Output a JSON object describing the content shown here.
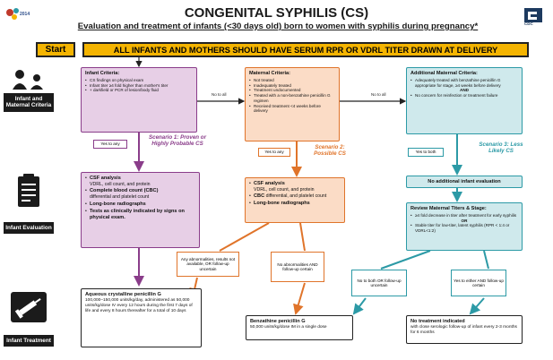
{
  "header": {
    "title": "CONGENITAL SYPHILIS (CS)",
    "subtitle": "Evaluation and treatment of infants (<30 days old) born to women with syphilis during pregnancy*",
    "logo_left_text": "2014",
    "logo_right_text": "CDC"
  },
  "start": {
    "label": "Start",
    "banner": "ALL INFANTS AND MOTHERS SHOULD HAVE SERUM RPR OR VDRL TITER DRAWN AT DELIVERY"
  },
  "side_labels": {
    "row1": "Infant and Maternal Criteria",
    "row2": "Infant Evaluation",
    "row3": "Infant Treatment"
  },
  "infant_criteria": {
    "title": "Infant Criteria:",
    "items": [
      "CS findings on physical exam",
      "Infant titer ≥4 fold higher than mother's titer",
      "+ darkfield or PCR of lesion/body fluid"
    ]
  },
  "maternal_criteria": {
    "title": "Maternal Criteria:",
    "items": [
      "Not treated",
      "Inadequately treated",
      "Treatment undocumented",
      "Treated with a non-benzathine penicillin G regimen",
      "Received treatment <4 weeks before delivery"
    ]
  },
  "additional_maternal": {
    "title": "Additional Maternal Criteria:",
    "items": [
      "Adequately treated with benzathine penicillin G appropriate for stage, ≥4 weeks before delivery",
      "No concern for reinfection or treatment failure"
    ],
    "and_label": "AND"
  },
  "connectors": {
    "no_to_all_1": "No to all",
    "no_to_all_2": "No to all",
    "yes_to_any_1": "Yes to any",
    "yes_to_any_2": "Yes to any",
    "yes_to_both": "Yes to both"
  },
  "scenarios": {
    "s1": "Scenario 1: Proven or Highly Probable CS",
    "s2": "Scenario 2: Possible CS",
    "s3": "Scenario 3: Less Likely CS"
  },
  "eval_s1": {
    "items": [
      {
        "bold": "CSF analysis",
        "detail": "VDRL, cell count, and protein"
      },
      {
        "bold": "Complete blood count (CBC)",
        "detail": "differential and platelet count"
      },
      {
        "bold": "Long-bone radiographs",
        "detail": ""
      },
      {
        "bold": "Tests as clinically indicated by signs on physical exam.",
        "detail": ""
      }
    ]
  },
  "eval_s2": {
    "items": [
      {
        "bold": "CSF analysis",
        "detail": "VDRL, cell count, and protein"
      },
      {
        "bold": "CBC",
        "detail": "differential, and platelet count"
      },
      {
        "bold": "Long-bone radiographs",
        "detail": ""
      }
    ]
  },
  "eval_s3": {
    "none": "No additional infant evaluation"
  },
  "review_titers": {
    "title": "Review Maternal Titers & Stage:",
    "items": [
      "≥4 fold decrease in titer after treatment for early syphilis",
      "Stable titer for low-titer, latent syphilis (RPR < 1:4 or VDRL<1:2)"
    ],
    "or_label": "OR"
  },
  "outcome_boxes": {
    "abn": "Any abnormalities, results not available, OR follow-up uncertain",
    "noabn": "No abnormalities AND follow-up certain",
    "no_both": "No to both OR follow-up uncertain",
    "yes_either": "Yes to either AND follow-up certain"
  },
  "treatments": {
    "aqueous": {
      "title": "Aqueous crystalline penicillin G",
      "body": "100,000–150,000 units/kg/day, administered as 50,000 units/kg/dose IV every 12 hours during the first 7 days of life and every 8 hours thereafter for a total of 10 days"
    },
    "benzathine": {
      "title": "Benzathine penicillin G",
      "body": "50,000 units/kg/dose IM in a single dose"
    },
    "none": {
      "title": "No treatment indicated",
      "body": "with close serologic follow-up of infant every 2-3 months for 6 months"
    }
  },
  "colors": {
    "purple": "#8a3d8a",
    "orange": "#e0742a",
    "teal": "#2c9aa6",
    "banner": "#f4b400"
  }
}
